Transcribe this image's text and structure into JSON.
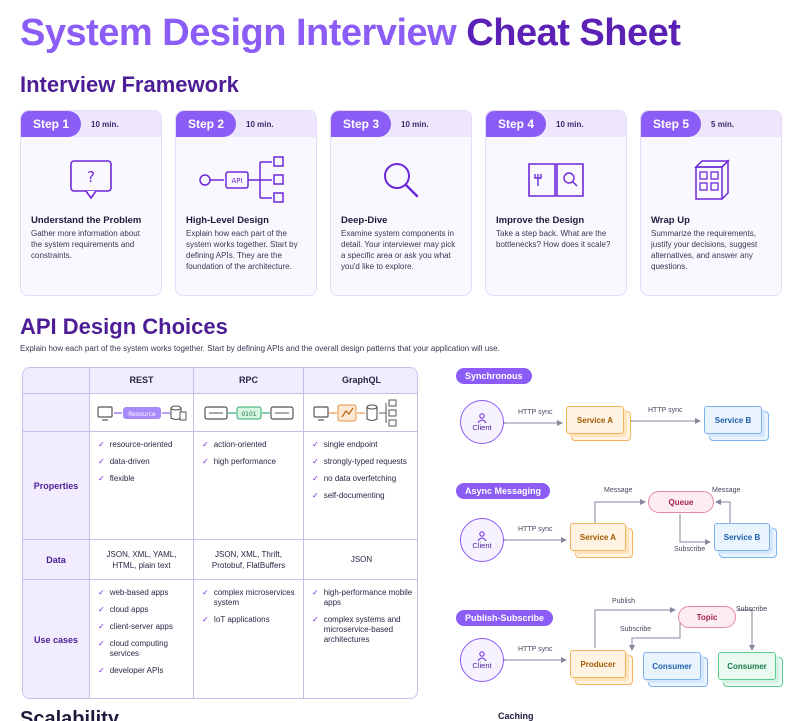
{
  "title": {
    "part1": "System Design Interview",
    "part2": "Cheat Sheet"
  },
  "framework": {
    "heading": "Interview Framework",
    "steps": [
      {
        "label": "Step 1",
        "time": "10 min.",
        "name": "Understand the Problem",
        "desc": "Gather more information about the system requirements and constraints.",
        "icon": "question-bubble-icon"
      },
      {
        "label": "Step 2",
        "time": "10 min.",
        "name": "High-Level Design",
        "desc": "Explain how each part of the system works together. Start by defining APIs. They are the foundation of the architecture.",
        "icon": "api-flow-icon"
      },
      {
        "label": "Step 3",
        "time": "10 min.",
        "name": "Deep-Dive",
        "desc": "Examine system components in detail. Your interviewer may pick a specific area or ask you what you'd like to explore.",
        "icon": "magnifier-icon"
      },
      {
        "label": "Step 4",
        "time": "10 min.",
        "name": "Improve the Design",
        "desc": "Take a step back. What are the bottlenecks? How does it scale?",
        "icon": "open-book-icon"
      },
      {
        "label": "Step 5",
        "time": "5 min.",
        "name": "Wrap Up",
        "desc": "Summarize the requirements, justify your decisions, suggest alternatives, and answer any questions.",
        "icon": "package-icon"
      }
    ]
  },
  "api": {
    "heading": "API Design Choices",
    "subtitle": "Explain how each part of the system works together. Start by defining APIs and the overall design patterns that your application will use.",
    "columns": [
      "REST",
      "RPC",
      "GraphQL"
    ],
    "diagram_tags": {
      "rest": "Resource",
      "rpc": "0101"
    },
    "rows": [
      {
        "label": "Properties",
        "cells": [
          [
            "resource-oriented",
            "data-driven",
            "flexible"
          ],
          [
            "action-oriented",
            "high performance"
          ],
          [
            "single endpoint",
            "strongly-typed requests",
            "no data overfetching",
            "self-documenting"
          ]
        ]
      },
      {
        "label": "Data",
        "cells": [
          "JSON, XML, YAML, HTML, plain text",
          "JSON, XML, Thrift, Protobuf, FlatBuffers",
          "JSON"
        ]
      },
      {
        "label": "Use cases",
        "cells": [
          [
            "web-based apps",
            "cloud apps",
            "client-server apps",
            "cloud computing services",
            "developer APIs"
          ],
          [
            "complex microservices system",
            "IoT applications"
          ],
          [
            "high-performance mobile apps",
            "complex systems and microservice-based architectures"
          ]
        ]
      }
    ]
  },
  "patterns": {
    "sync": {
      "label": "Synchronous",
      "client": "Client",
      "arrow1": "HTTP sync",
      "arrow2": "HTTP sync",
      "svc_a": "Service A",
      "svc_b": "Service B"
    },
    "async": {
      "label": "Async Messaging",
      "client": "Client",
      "arrow1": "HTTP sync",
      "msg1": "Message",
      "msg2": "Message",
      "subscribe": "Subscribe",
      "queue": "Queue",
      "svc_a": "Service A",
      "svc_b": "Service B"
    },
    "pubsub": {
      "label": "Publish-Subscribe",
      "client": "Client",
      "arrow1": "HTTP sync",
      "publish": "Publish",
      "sub1": "Subscribe",
      "sub2": "Subscribe",
      "topic": "Topic",
      "producer": "Producer",
      "consumer1": "Consumer",
      "consumer2": "Consumer"
    }
  },
  "footer": {
    "scalability": "Scalability",
    "caching": "Caching"
  },
  "colors": {
    "accent": "#8b5cf6",
    "dark": "#5b21b6"
  }
}
